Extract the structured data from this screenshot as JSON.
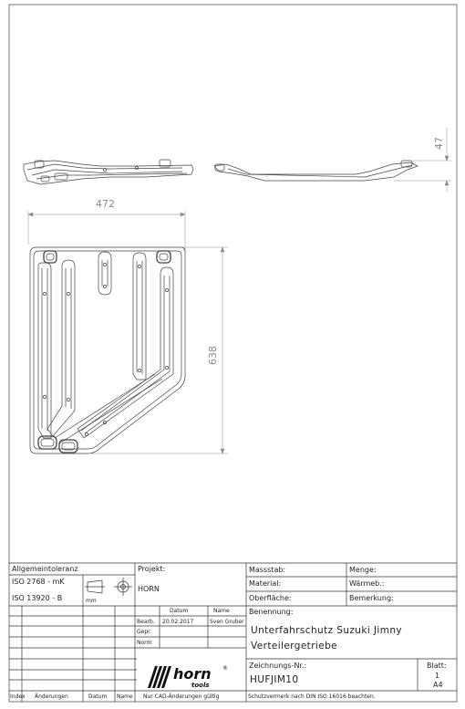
{
  "drawing": {
    "dimensions": {
      "width": "472",
      "height": "638",
      "depth": "47"
    }
  },
  "title_block": {
    "tolerance": {
      "label": "Allgemeintoleranz",
      "line1": "ISO 2768 - mK",
      "line2": "ISO 13920 - B",
      "unit": "mm"
    },
    "project": {
      "label": "Projekt:",
      "value": "HORN"
    },
    "scale_label": "Massstab:",
    "quantity_label": "Menge:",
    "material_label": "Material:",
    "heat_label": "Wärmeb.:",
    "surface_label": "Oberfläche:",
    "remark_label": "Bemerkung:",
    "designation_label": "Benennung:",
    "designation_line1": "Unterfahrschutz Suzuki Jimny",
    "designation_line2": "Verteilergetriebe",
    "date_header": "Datum",
    "name_header": "Name",
    "rows": [
      {
        "label": "Bearb.",
        "date": "20.02.2017",
        "name": "Sven Gruber"
      },
      {
        "label": "Gepr.",
        "date": "",
        "name": ""
      },
      {
        "label": "Norm",
        "date": "",
        "name": ""
      }
    ],
    "drawing_no_label": "Zeichnungs-Nr.:",
    "drawing_no": "HUFJIM10",
    "sheet_label": "Blatt:",
    "sheet_no": "1",
    "format": "A4",
    "revision_headers": {
      "index": "Index",
      "changes": "Änderungen",
      "date": "Datum",
      "name": "Name"
    },
    "cad_note": "Nur CAD-Änderungen gültig",
    "copyright": "Schutzvermerk nach DIN ISO 16016 beachten.",
    "logo_text": "horn",
    "logo_sub": "tools",
    "logo_mark": "®"
  }
}
